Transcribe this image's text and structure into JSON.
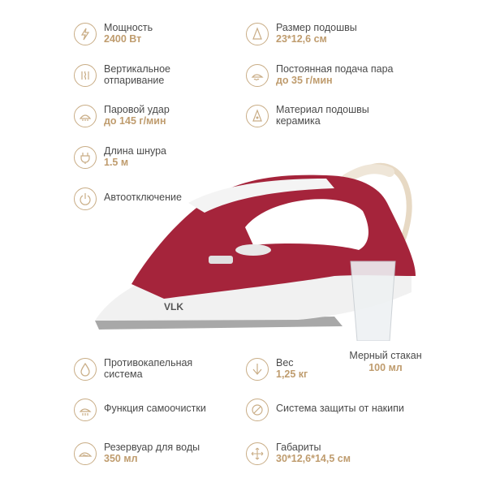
{
  "specs": {
    "power": {
      "label": "Мощность",
      "value": "2400 Вт"
    },
    "vertical": {
      "label1": "Вертикальное",
      "label2": "отпаривание"
    },
    "burst": {
      "label": "Паровой удар",
      "value": "до 145 г/мин"
    },
    "cord": {
      "label": "Длина шнура",
      "value": "1.5 м"
    },
    "autooff": {
      "label": "Автоотключение"
    },
    "soleplate_size": {
      "label": "Размер подошвы",
      "value": "23*12,6 см"
    },
    "steam": {
      "label": "Постоянная подача пара",
      "value": "до 35 г/мин"
    },
    "soleplate_material": {
      "label": "Материал подошвы",
      "label2": "керамика"
    },
    "antidrip": {
      "label1": "Противокапельная",
      "label2": "система"
    },
    "weight": {
      "label": "Вес",
      "value": "1,25 кг"
    },
    "selfclean": {
      "label": "Функция самоочистки"
    },
    "anticalc": {
      "label": "Система защиты от накипи"
    },
    "tank": {
      "label": "Резервуар для воды",
      "value": "350 мл"
    },
    "dimensions": {
      "label": "Габариты",
      "value": "30*12,6*14,5 см"
    },
    "cup": {
      "label": "Мерный стакан",
      "value": "100 мл"
    }
  },
  "product": {
    "brand": "VLK"
  },
  "colors": {
    "accent": "#bf9c6e",
    "iron_red": "#a5243b",
    "text": "#4a4a4a"
  }
}
